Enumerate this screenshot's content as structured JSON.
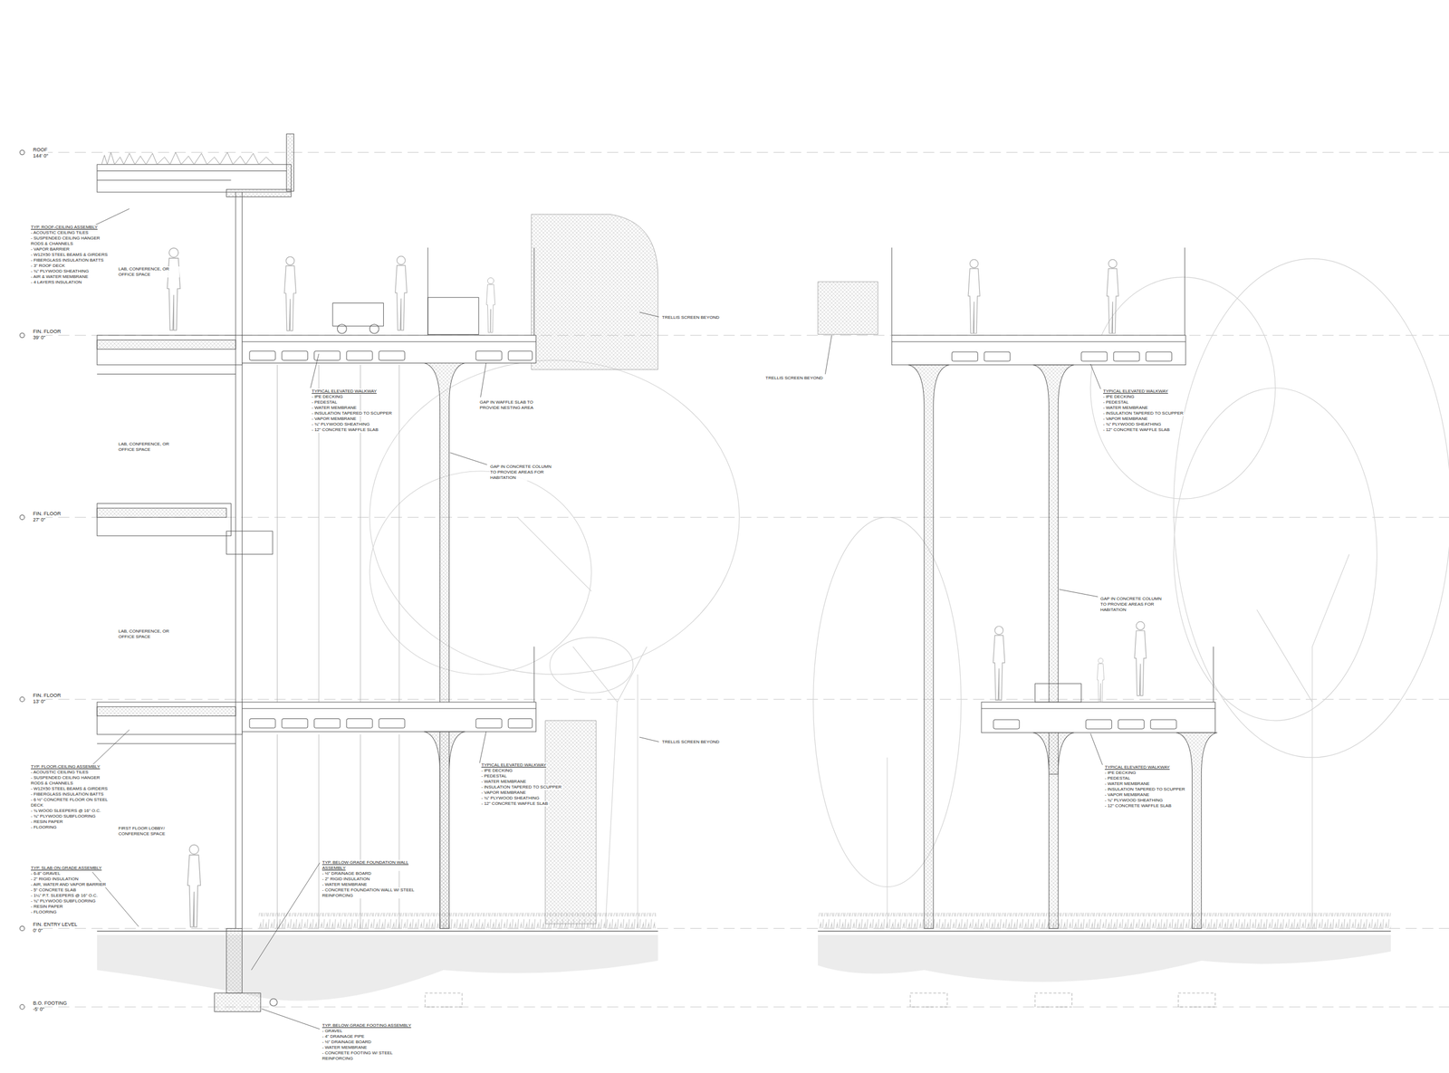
{
  "diagram": {
    "labels": [
      "ROOF",
      "144' 0\"",
      "FIN. FLOOR",
      "39' 0\"",
      "FIN. FLOOR",
      "27' 0\"",
      "FIN. FLOOR",
      "13' 0\"",
      "FIN. ENTRY LEVEL",
      "0' 0\"",
      "B.O. FOOTING",
      "-5' 0\"",
      "TYP. ROOF-CEILING ASSEMBLY",
      "- ACOUSTIC CEILING TILES",
      "- SUSPENDED CEILING HANGER RODS & CHANNELS",
      "- VAPOR BARRIER",
      "- W12X50 STEEL BEAMS & GIRDERS",
      "- FIBERGLASS INSULATION BATTS",
      "- 3\" ROOF DECK",
      "- ¾\" PLYWOOD SHEATHING",
      "- AIR & WATER MEMBRANE",
      "- 4 LAYERS INSULATION",
      "LAB, CONFERENCE, OR OFFICE SPACE",
      "TYP. FLOOR-CEILING ASSEMBLY",
      "- ACOUSTIC CEILING TILES",
      "- SUSPENDED CEILING HANGER RODS & CHANNELS",
      "- W12X50 STEEL BEAMS & GIRDERS",
      "- FIBERGLASS INSULATION BATTS",
      "- 6 ½\" CONCRETE FLOOR ON STEEL DECK",
      "- ¾ WOOD SLEEPERS @ 16\" O.C.",
      "- ¾\" PLYWOOD SUBFLOORING",
      "- RESIN PAPER",
      "- FLOORING",
      "LAB, CONFERENCE, OR OFFICE SPACE",
      "LAB, CONFERENCE, OR OFFICE SPACE",
      "FIRST FLOOR LOBBY/ CONFERENCE SPACE",
      "TYP. SLAB ON GRADE ASSEMBLY",
      "- 6-8\" GRAVEL",
      "- 2\" RIGID INSULATION",
      "- AIR, WATER AND VAPOR BARRIER",
      "- 5\" CONCRETE SLAB",
      "- 1¼\" P.T. SLEEPERS @ 16\" O.C.",
      "- ¾\" PLYWOOD SUBFLOORING",
      "- RESIN PAPER",
      "- FLOORING",
      "TYP. BELOW GRADE FOUNDATION WALL ASSEMBLY",
      "- ½\" DRAINAGE BOARD",
      "- 2\" RIGID INSULATION",
      "- WATER MEMBRANE",
      "- CONCRETE FOUNDATION WALL W/ STEEL REINFORCING",
      "TYP. BELOW GRADE FOOTING ASSEMBLY",
      "- GRAVEL",
      "- 4\" DRAINAGE PIPE",
      "- ½\" DRAINAGE BOARD",
      "- WATER MEMBRANE",
      "- CONCRETE FOOTING W/ STEEL REINFORCING",
      "TYPICAL ELEVATED WALKWAY",
      "- IPE DECKING",
      "- PEDESTAL",
      "- WATER MEMBRANE",
      "- INSULATION TAPERED TO SCUPPER",
      "- VAPOR MEMBRANE",
      "- ¾\" PLYWOOD SHEATHING",
      "- 12\" CONCRETE WAFFLE SLAB",
      "GAP IN WAFFLE SLAB TO PROVIDE NESTING AREA",
      "GAP IN CONCRETE COLUMN TO PROVIDE AREAS FOR HABITATION",
      "TRELLIS SCREEN BEYOND",
      "TYPICAL ELEVATED WALKWAY",
      "- IPE DECKING",
      "- PEDESTAL",
      "- WATER MEMBRANE",
      "- INSULATION TAPERED TO SCUPPER",
      "- VAPOR MEMBRANE",
      "- ¾\" PLYWOOD SHEATHING",
      "- 12\" CONCRETE WAFFLE SLAB",
      "TRELLIS SCREEN BEYOND",
      "TRELLIS SCREEN BEYOND",
      "TYPICAL ELEVATED WALKWAY",
      "- IPE DECKING",
      "- PEDESTAL",
      "- WATER MEMBRANE",
      "- INSULATION TAPERED TO SCUPPER",
      "- VAPOR MEMBRANE",
      "- ¾\" PLYWOOD SHEATHING",
      "- 12\" CONCRETE WAFFLE SLAB",
      "GAP IN CONCRETE COLUMN TO PROVIDE AREAS FOR HABITATION",
      "TYPICAL ELEVATED WALKWAY",
      "- IPE DECKING",
      "- PEDESTAL",
      "- WATER MEMBRANE",
      "- INSULATION TAPERED TO SCUPPER",
      "- VAPOR MEMBRANE",
      "- ¾\" PLYWOOD SHEATHING",
      "- 12\" CONCRETE WAFFLE SLAB"
    ]
  }
}
